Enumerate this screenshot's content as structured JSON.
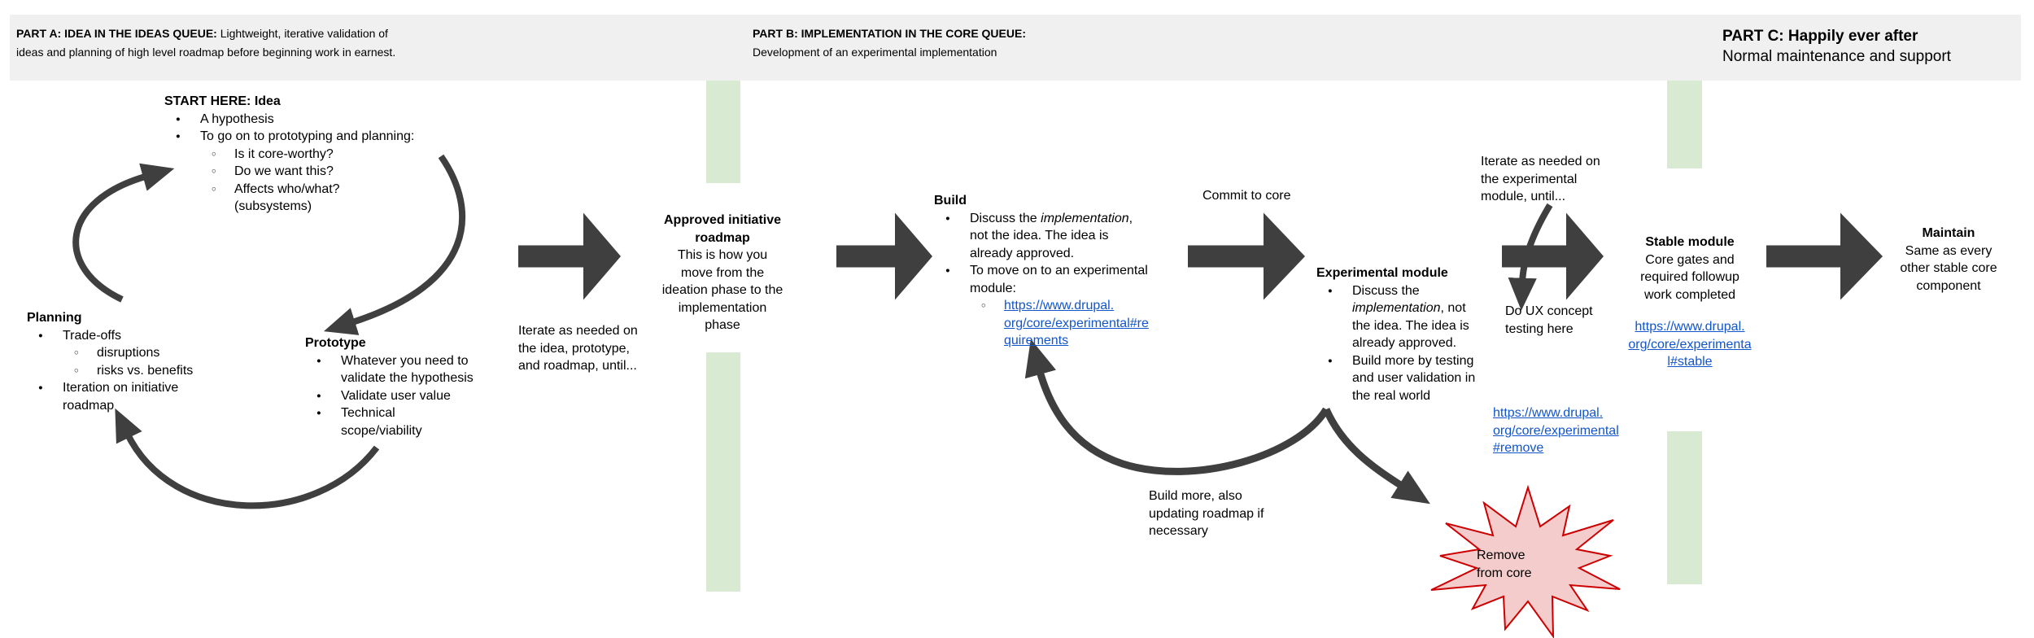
{
  "colors": {
    "band": "#f0f0f0",
    "divider_green": "#d9ead3",
    "arrow": "#3f3f3f",
    "link": "#1155cc",
    "burst_fill": "#f4cccc",
    "burst_stroke": "#cc0000"
  },
  "headers": {
    "part_a": {
      "title_bold": "PART A: IDEA IN THE IDEAS QUEUE:",
      "title_rest": " Lightweight, iterative validation of",
      "line2": "ideas and planning of high level roadmap before beginning work in earnest."
    },
    "part_b": {
      "line1": "PART B: IMPLEMENTATION IN THE CORE QUEUE:",
      "line2": "Development of an experimental implementation"
    },
    "part_c": {
      "line1": "PART C: Happily ever after",
      "line2": "Normal maintenance and support"
    }
  },
  "blocks": [
    {
      "name": "start-here-idea",
      "lines": [
        {
          "t": "START HERE: Idea",
          "b": true
        },
        {
          "t": "A hypothesis",
          "m": "dot",
          "ind": 1
        },
        {
          "t": "To go on to prototyping and planning:",
          "m": "dot",
          "ind": 1
        },
        {
          "t": "Is it core-worthy?",
          "m": "circle",
          "ind": 2
        },
        {
          "t": "Do we want this?",
          "m": "circle",
          "ind": 2
        },
        {
          "t": "Affects who/what?",
          "m": "circle",
          "ind": 2
        },
        {
          "t": "(subsystems)",
          "ind": 2
        }
      ]
    },
    {
      "name": "planning",
      "lines": [
        {
          "t": "Planning",
          "b": true
        },
        {
          "t": "Trade-offs",
          "m": "dot",
          "ind": 1
        },
        {
          "t": "disruptions",
          "m": "circle",
          "ind": 2
        },
        {
          "t": "risks vs. benefits",
          "m": "circle",
          "ind": 2
        },
        {
          "t": "Iteration on initiative",
          "m": "dot",
          "ind": 1
        },
        {
          "t": "roadmap",
          "ind": 1
        }
      ]
    },
    {
      "name": "prototype",
      "lines": [
        {
          "t": "Prototype",
          "b": true
        },
        {
          "t": "Whatever you need to",
          "m": "dot",
          "ind": 1
        },
        {
          "t": "validate the hypothesis",
          "ind": 1
        },
        {
          "t": "Validate user value",
          "m": "dot",
          "ind": 1
        },
        {
          "t": "Technical",
          "m": "dot",
          "ind": 1
        },
        {
          "t": "scope/viability",
          "ind": 1
        }
      ]
    },
    {
      "name": "iterate-idea-note",
      "lines": [
        {
          "t": "Iterate as needed on"
        },
        {
          "t": "the idea, prototype,"
        },
        {
          "t": "and roadmap, until..."
        }
      ]
    },
    {
      "name": "approved-initiative-roadmap",
      "lines": [
        {
          "t": "Approved initiative",
          "b": true
        },
        {
          "t": "roadmap",
          "b": true
        },
        {
          "t": "This is how you"
        },
        {
          "t": "move from the"
        },
        {
          "t": "ideation phase to the"
        },
        {
          "t": "implementation"
        },
        {
          "t": "phase"
        }
      ]
    },
    {
      "name": "build",
      "lines": [
        {
          "t": "Build",
          "b": true
        },
        {
          "parts": [
            {
              "t": "Discuss the "
            },
            {
              "t": "implementation",
              "i": true
            },
            {
              "t": ","
            }
          ],
          "m": "dot",
          "ind": 1
        },
        {
          "t": "not the idea. The idea is",
          "ind": 1
        },
        {
          "t": "already approved.",
          "ind": 1
        },
        {
          "t": "To move on to an experimental",
          "m": "dot",
          "ind": 1
        },
        {
          "t": "module:",
          "ind": 1
        },
        {
          "t": "https://www.drupal.",
          "m": "circle",
          "ind": 2,
          "link": true
        },
        {
          "t": "org/core/experimental#re",
          "ind": 2,
          "link": true
        },
        {
          "t": "quirements",
          "ind": 2,
          "link": true
        }
      ]
    },
    {
      "name": "commit-to-core-label",
      "lines": [
        {
          "t": "Commit to core"
        }
      ]
    },
    {
      "name": "experimental-module",
      "lines": [
        {
          "t": "Experimental module",
          "b": true
        },
        {
          "t": "Discuss the",
          "m": "dot",
          "ind": 1
        },
        {
          "parts": [
            {
              "t": "implementation",
              "i": true
            },
            {
              "t": ", not"
            }
          ],
          "ind": 1
        },
        {
          "t": "the idea. The idea is",
          "ind": 1
        },
        {
          "t": "already approved.",
          "ind": 1
        },
        {
          "t": "Build more by testing",
          "m": "dot",
          "ind": 1
        },
        {
          "t": "and user validation in",
          "ind": 1
        },
        {
          "t": "the real world",
          "ind": 1
        }
      ]
    },
    {
      "name": "iterate-module-note",
      "lines": [
        {
          "t": "Iterate as needed on"
        },
        {
          "t": "the experimental"
        },
        {
          "t": "module, until..."
        }
      ]
    },
    {
      "name": "do-ux-note",
      "lines": [
        {
          "t": "Do UX concept"
        },
        {
          "t": "testing here"
        }
      ]
    },
    {
      "name": "remove-link",
      "lines": [
        {
          "t": "https://www.drupal.",
          "link": true
        },
        {
          "t": "org/core/experimental",
          "link": true
        },
        {
          "t": "#remove",
          "link": true
        }
      ]
    },
    {
      "name": "build-more-note",
      "lines": [
        {
          "t": "Build more, also"
        },
        {
          "t": "updating roadmap if"
        },
        {
          "t": "necessary"
        }
      ]
    },
    {
      "name": "stable-module",
      "lines": [
        {
          "t": "Stable module",
          "b": true
        },
        {
          "t": "Core gates and"
        },
        {
          "t": "required followup"
        },
        {
          "t": "work completed"
        }
      ]
    },
    {
      "name": "stable-link",
      "lines": [
        {
          "t": "https://www.drupal.",
          "link": true
        },
        {
          "t": "org/core/experimenta",
          "link": true
        },
        {
          "t": "l#stable",
          "link": true
        }
      ]
    },
    {
      "name": "maintain",
      "lines": [
        {
          "t": "Maintain",
          "b": true
        },
        {
          "t": "Same as every"
        },
        {
          "t": "other stable core"
        },
        {
          "t": "component"
        }
      ]
    },
    {
      "name": "remove-from-core-burst-label",
      "lines": [
        {
          "t": "Remove"
        },
        {
          "t": "from core"
        }
      ]
    }
  ]
}
